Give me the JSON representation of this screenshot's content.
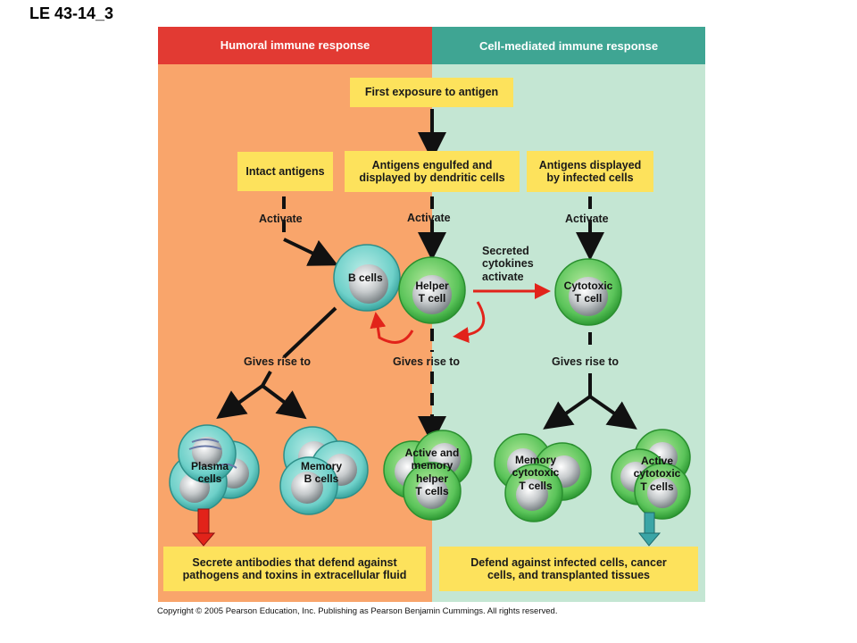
{
  "figure_label": "LE 43-14_3",
  "colors": {
    "humoral_header": "#e23a33",
    "cell_mediated_header": "#3fa593",
    "humoral_bg": "#f9a56b",
    "cell_mediated_bg": "#c4e6d3",
    "box": "#fde25c",
    "b_cell": "#6ed0c9",
    "t_cell": "#5bc45a",
    "red_arrow": "#e2231a",
    "teal_arrow": "#3aa5a6"
  },
  "headers": {
    "humoral": "Humoral immune response",
    "cell_mediated": "Cell-mediated immune response"
  },
  "boxes": {
    "first_exposure": "First exposure to antigen",
    "intact_antigens": "Intact antigens",
    "dendritic": [
      "Antigens engulfed and",
      "displayed by dendritic cells"
    ],
    "infected": [
      "Antigens displayed",
      "by infected cells"
    ],
    "humoral_outcome": [
      "Secrete antibodies that defend against",
      "pathogens and toxins in extracellular fluid"
    ],
    "cell_outcome": [
      "Defend against infected cells, cancer",
      "cells, and transplanted tissues"
    ]
  },
  "labels": {
    "activate_left": "Activate",
    "activate_center": "Activate",
    "activate_right": "Activate",
    "cytokines": [
      "Secreted",
      "cytokines",
      "activate"
    ],
    "gives_rise_left": "Gives rise to",
    "gives_rise_center": "Gives rise to",
    "gives_rise_right": "Gives rise to"
  },
  "cells": {
    "b_cells": "B cells",
    "helper": [
      "Helper",
      "T cell"
    ],
    "cytotoxic": [
      "Cytotoxic",
      "T cell"
    ],
    "plasma": [
      "Plasma",
      "cells"
    ],
    "memory_b": [
      "Memory",
      "B cells"
    ],
    "active_memory_helper": [
      "Active and",
      "memory",
      "helper",
      "T cells"
    ],
    "memory_cytotoxic": [
      "Memory",
      "cytotoxic",
      "T cells"
    ],
    "active_cytotoxic": [
      "Active",
      "cytotoxic",
      "T cells"
    ]
  },
  "copyright": "Copyright © 2005 Pearson Education, Inc. Publishing as Pearson Benjamin Cummings. All rights reserved."
}
